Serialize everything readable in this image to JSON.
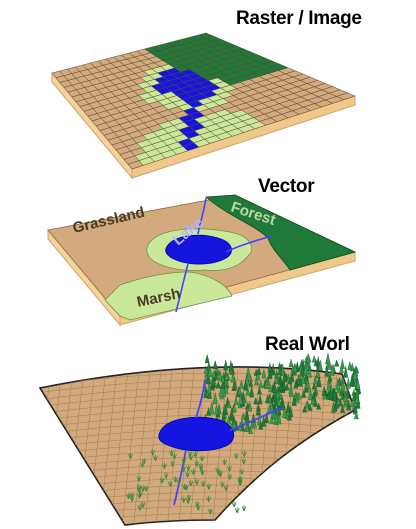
{
  "panels": {
    "raster": {
      "title": "Raster / Image"
    },
    "vector": {
      "title": "Vector",
      "labels": {
        "grassland": "Grassland",
        "forest": "Forest",
        "lake": "Lake",
        "marsh": "Marsh"
      }
    },
    "real": {
      "title": "Real Worl"
    }
  },
  "colors": {
    "grass": "#d2aa7d",
    "grass_dark": "#a5804f",
    "forest": "#1f7a3a",
    "lake": "#1515e0",
    "marsh": "#c9e89a",
    "base_side": "#f5d29a",
    "base_edge": "#c9a56e",
    "river": "#4444ff"
  }
}
